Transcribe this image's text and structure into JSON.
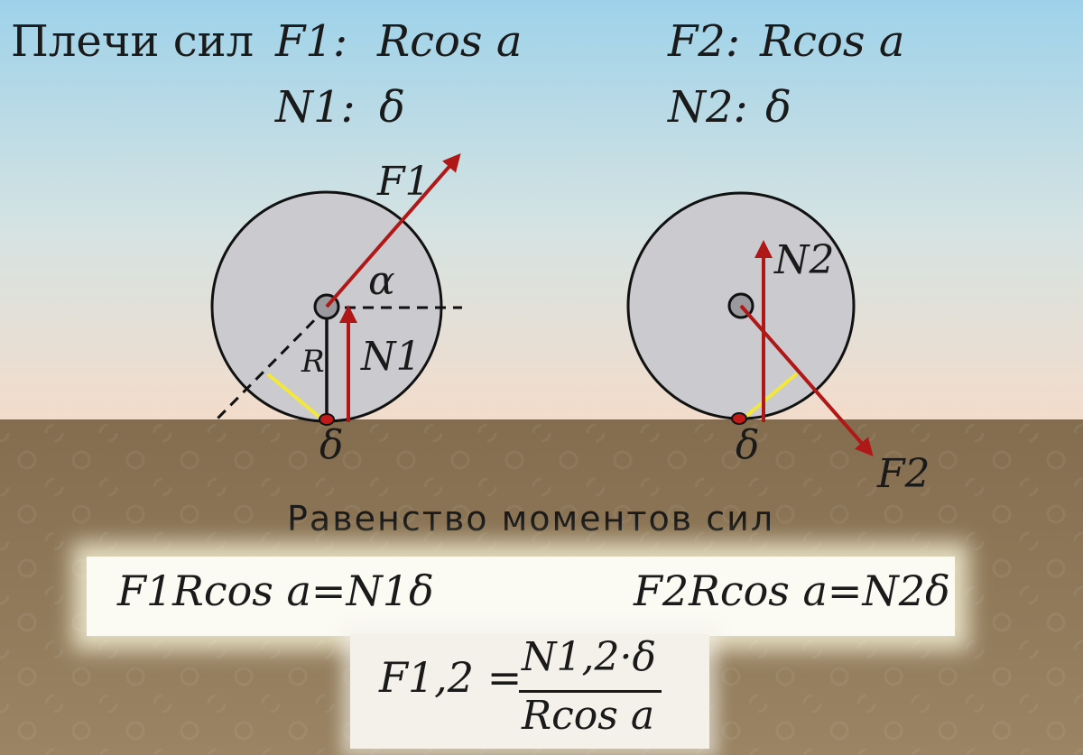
{
  "header": {
    "title": "Плечи сил",
    "f1_name": "F1:",
    "f1_value": "Rcos a",
    "n1_name": "N1:",
    "n1_value": "δ",
    "f2_name": "F2:",
    "f2_value": "Rcos a",
    "n2_name": "N2:",
    "n2_value": "δ"
  },
  "diagram_left": {
    "force_label": "F1",
    "angle_label": "α",
    "radius_label": "R",
    "normal_label": "N1",
    "delta_label": "δ"
  },
  "diagram_right": {
    "normal_label": "N2",
    "delta_label": "δ",
    "force_label": "F2"
  },
  "section_heading": "Равенство моментов сил",
  "equations": {
    "eq1": "F1Rcos a=N1δ",
    "eq2": "F2Rcos a=N2δ"
  },
  "formula": {
    "lhs": "F1,2 =",
    "numerator": "N1,2·δ",
    "denominator": "Rcos a"
  },
  "colors": {
    "sky_top": "#9ed2ea",
    "sky_bottom": "#f3dccb",
    "ground": "#8c7656",
    "wheel_fill": "#cbcbcf",
    "force_arrow": "#b01818",
    "lever_arm": "#f3e83a",
    "contact_point": "#c21818"
  }
}
